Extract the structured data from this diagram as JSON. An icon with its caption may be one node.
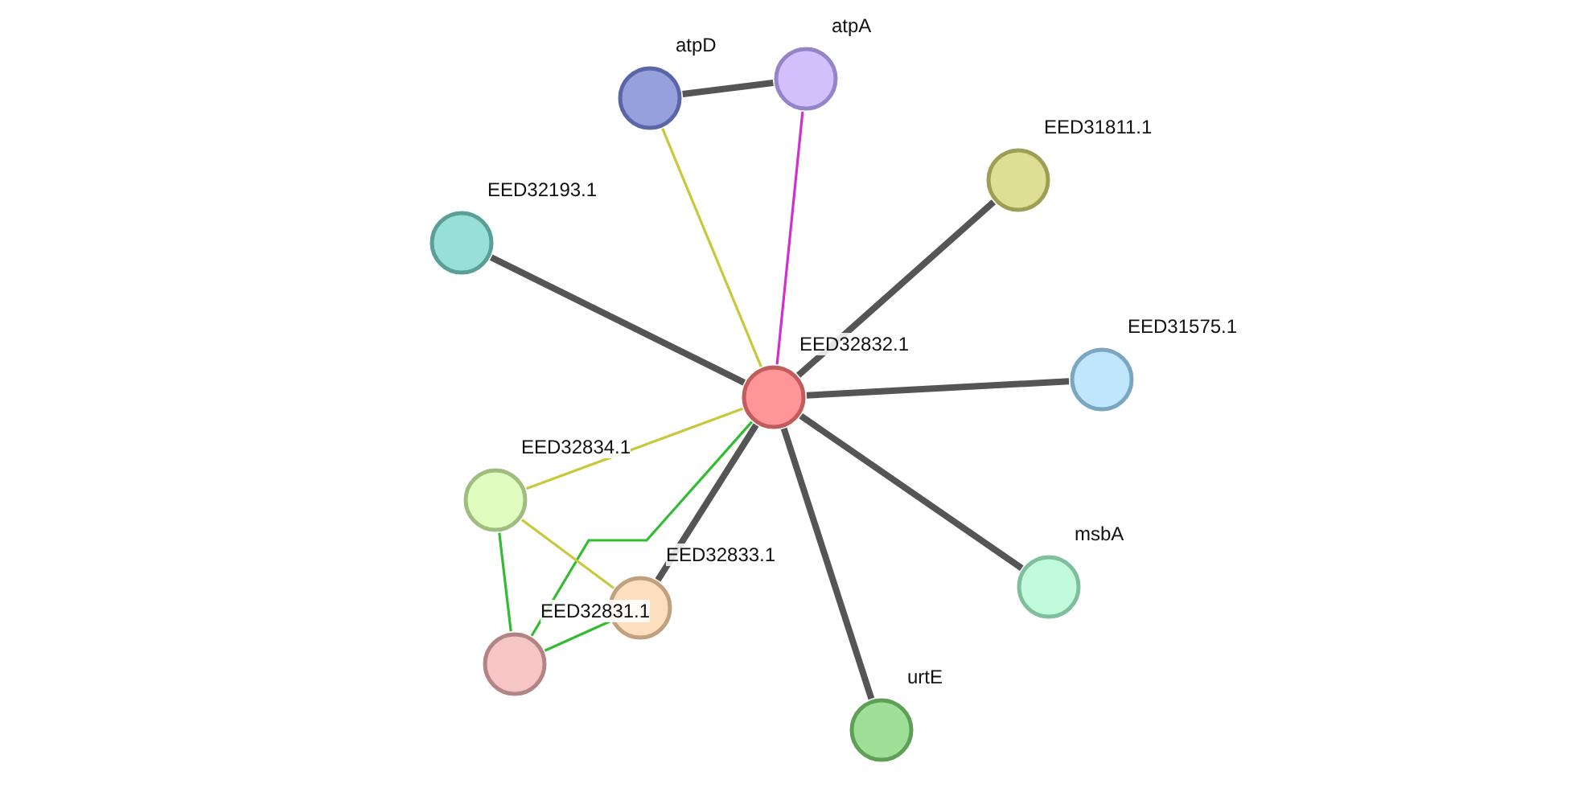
{
  "diagram": {
    "nodes": [
      {
        "text": [
          "atpD"
        ]
      },
      {
        "text": [
          "atpA"
        ]
      },
      {
        "text": [
          "EED31811.1"
        ]
      },
      {
        "text": [
          "EED32193.1"
        ]
      },
      {
        "text": [
          "EED32832.1"
        ]
      },
      {
        "text": [
          "EED31575.1"
        ]
      },
      {
        "text": [
          "EED32834.1"
        ]
      },
      {
        "text": [
          "EED32833.1"
        ]
      },
      {
        "text": [
          "EED32831.1"
        ]
      },
      {
        "text": [
          "msbA"
        ]
      },
      {
        "text": [
          "urtE"
        ]
      }
    ],
    "edges": [
      {
        "from": 0,
        "to": 1,
        "arrow": "none",
        "style": "thick"
      },
      {
        "from": 0,
        "to": 4,
        "arrow": "none",
        "color": "#c8c83c"
      },
      {
        "from": 1,
        "to": 4,
        "arrow": "none",
        "color": "#d030d0"
      },
      {
        "from": 2,
        "to": 4,
        "arrow": "none",
        "style": "thick"
      },
      {
        "from": 3,
        "to": 4,
        "arrow": "none",
        "style": "thick"
      },
      {
        "from": 4,
        "to": 5,
        "arrow": "none",
        "style": "thick"
      },
      {
        "from": 4,
        "to": 6,
        "arrow": "none",
        "color": "#c8c83c"
      },
      {
        "from": 4,
        "to": 7,
        "arrow": "none",
        "style": "thick"
      },
      {
        "from": 4,
        "to": 8,
        "arrow": "none",
        "color": "#33bb33"
      },
      {
        "from": 4,
        "to": 9,
        "arrow": "none",
        "style": "thick"
      },
      {
        "from": 4,
        "to": 10,
        "arrow": "none",
        "style": "thick"
      },
      {
        "from": 6,
        "to": 7,
        "arrow": "none",
        "color": "#c8c83c"
      },
      {
        "from": 6,
        "to": 8,
        "arrow": "none",
        "color": "#33bb33"
      },
      {
        "from": 7,
        "to": 8,
        "arrow": "none",
        "color": "#33bb33"
      }
    ]
  }
}
